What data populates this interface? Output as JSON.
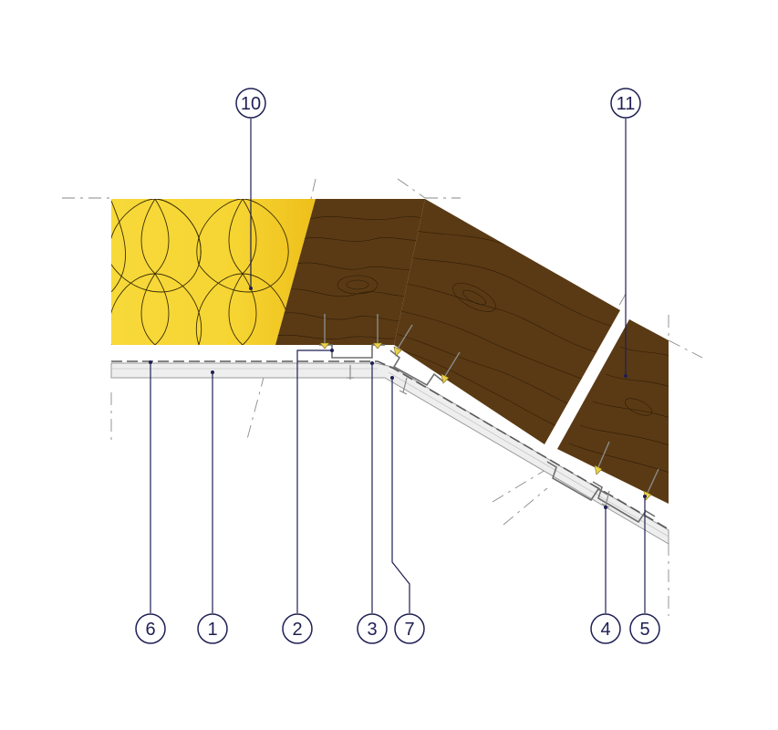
{
  "callouts": [
    {
      "id": "10",
      "label": "10"
    },
    {
      "id": "11",
      "label": "11"
    },
    {
      "id": "6",
      "label": "6"
    },
    {
      "id": "1",
      "label": "1"
    },
    {
      "id": "2",
      "label": "2"
    },
    {
      "id": "3",
      "label": "3"
    },
    {
      "id": "7",
      "label": "7"
    },
    {
      "id": "4",
      "label": "4"
    },
    {
      "id": "5",
      "label": "5"
    }
  ],
  "colors": {
    "insulation": "#f5d332",
    "insulation_dark": "#eec21e",
    "timber": "#5a3a14",
    "timber_line": "#2e1c08",
    "board": "#eeeeee",
    "board_edge": "#9a9a9a",
    "callout": "#1f1f55",
    "profile": "#6e6e6e",
    "screw": "#7a7a7a",
    "screw_head": "#e8d24a"
  },
  "icons": {
    "screw": "screw-icon",
    "profile": "metal-profile-icon"
  }
}
